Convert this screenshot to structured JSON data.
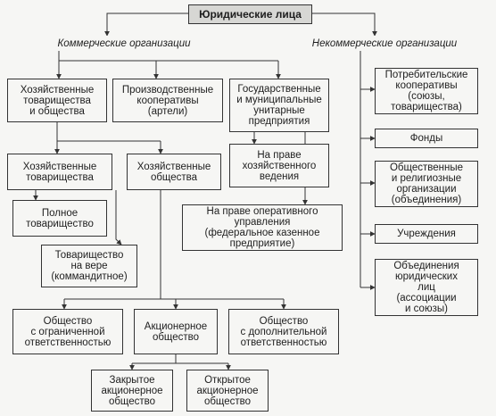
{
  "root": "Юридические лица",
  "categories": {
    "commercial": "Коммерческие организации",
    "noncommercial": "Некоммерческие организации"
  },
  "commercial": {
    "business_partnerships_companies": "Хозяйственные\nтоварищества\nи общества",
    "production_cooperatives": "Производственные\nкооперативы\n(артели)",
    "unitary_enterprises": "Государственные\nи муниципальные\nунитарные\nпредприятия",
    "partnerships": "Хозяйственные\nтоварищества",
    "companies": "Хозяйственные\nобщества",
    "full_partnership": "Полное\nтоварищество",
    "limited_partnership": "Товарищество\nна вере\n(коммандитное)",
    "economic_management": "На праве\nхозяйственного\nведения",
    "operational_management": "На праве оперативного\nуправления\n(федеральное казенное\nпредприятие)",
    "llc": "Общество\nс ограниченной\nответственностью",
    "jsc": "Акционерное\nобщество",
    "alc": "Общество\nс дополнительной\nответственностью",
    "closed_jsc": "Закрытое\nакционерное\nобщество",
    "open_jsc": "Открытое\nакционерное\nобщество"
  },
  "noncommercial": {
    "consumer_cooperatives": "Потребительские\nкооперативы\n(союзы,\nтоварищества)",
    "funds": "Фонды",
    "public_religious": "Общественные\nи религиозные\nорганизации\n(объединения)",
    "institutions": "Учреждения",
    "associations": "Объединения\nюридических\nлиц\n(ассоциации\nи союзы)"
  }
}
